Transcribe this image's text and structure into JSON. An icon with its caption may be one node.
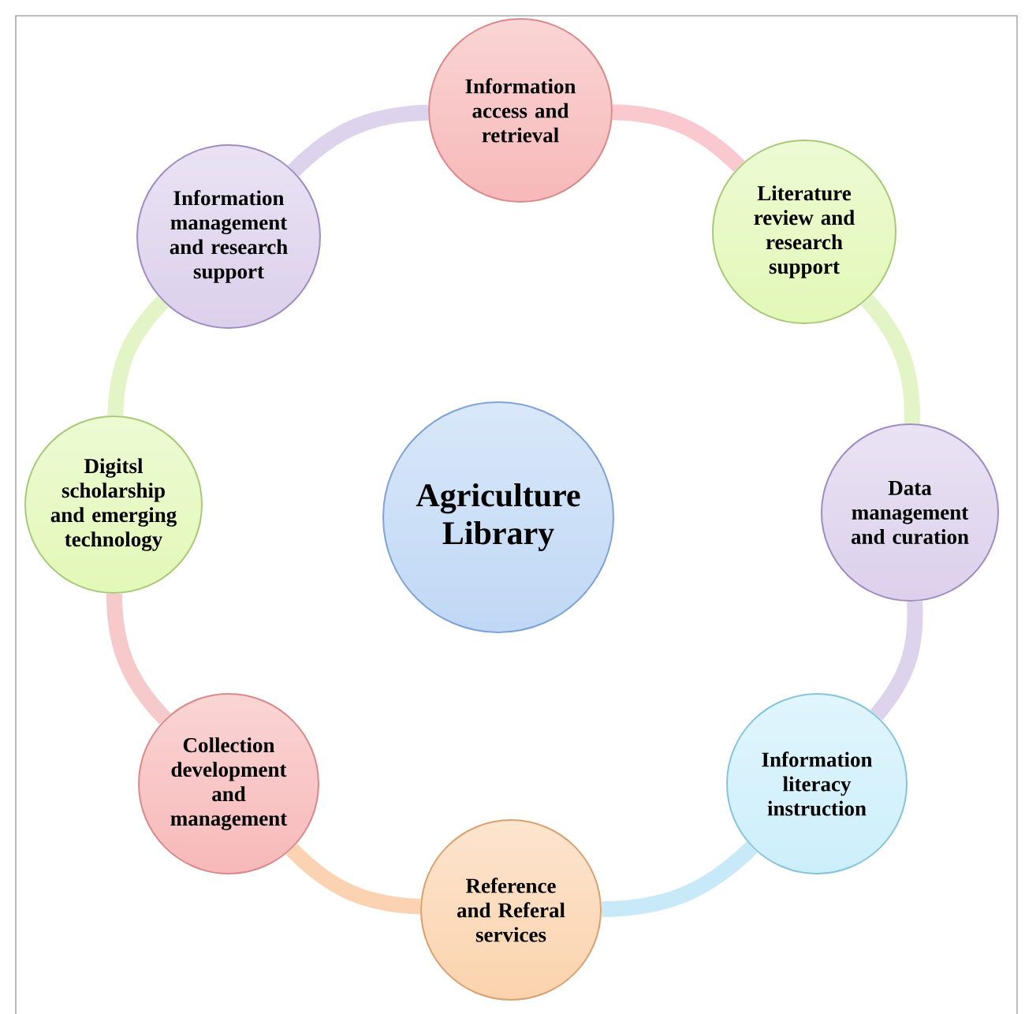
{
  "diagram": {
    "nodes": [
      {
        "text": [
          "Agriculture Library"
        ]
      },
      {
        "text": [
          "Information access and retrieval"
        ]
      },
      {
        "text": [
          "Literature review and research support"
        ]
      },
      {
        "text": [
          "Data management and curation"
        ]
      },
      {
        "text": [
          "Information literacy instruction"
        ]
      },
      {
        "text": [
          "Reference and Referal services"
        ]
      },
      {
        "text": [
          "Collection development and management"
        ]
      },
      {
        "text": [
          "Digitsl scholarship and emerging technology"
        ]
      },
      {
        "text": [
          "Information management and research support"
        ]
      }
    ],
    "edges": [
      {
        "from": 1,
        "to": 2,
        "arrow": "none",
        "color": "#f9c9cf"
      },
      {
        "from": 2,
        "to": 3,
        "arrow": "none",
        "color": "#e3f5c6"
      },
      {
        "from": 3,
        "to": 4,
        "arrow": "none",
        "color": "#ddd3ec"
      },
      {
        "from": 4,
        "to": 5,
        "arrow": "none",
        "color": "#c8eaf8"
      },
      {
        "from": 5,
        "to": 6,
        "arrow": "none",
        "color": "#fbd3b3"
      },
      {
        "from": 6,
        "to": 7,
        "arrow": "none",
        "color": "#f6c9cb"
      },
      {
        "from": 7,
        "to": 8,
        "arrow": "none",
        "color": "#e3f5c6"
      },
      {
        "from": 8,
        "to": 1,
        "arrow": "none",
        "color": "#ddd3ec"
      }
    ]
  }
}
